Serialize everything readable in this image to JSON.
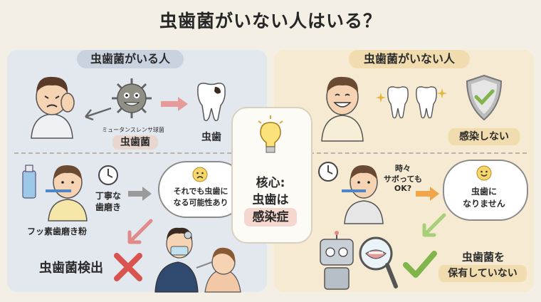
{
  "title": "虫歯菌がいない人はいる？",
  "left": {
    "header": "虫歯菌がいる人",
    "bacteria_small": "ミュータンスレンサ球菌",
    "bacteria_label": "虫歯菌",
    "cavity_label": "虫歯",
    "care_label_1": "丁寧な",
    "care_label_2": "歯磨き",
    "toothpaste_label": "フッ素歯磨き粉",
    "thought_1": "それでも虫歯に",
    "thought_2": "なる可能性あり",
    "detected_label": "虫歯菌検出"
  },
  "center": {
    "line1": "核心:",
    "line2": "虫歯は",
    "line3": "感染症"
  },
  "right": {
    "header": "虫歯菌がいない人",
    "no_infection": "感染しない",
    "question_1": "時々",
    "question_2": "サボっても",
    "question_3": "OK?",
    "answer_1": "虫歯に",
    "answer_2": "なりません",
    "result_1": "虫歯菌を",
    "result_2": "保有していない"
  },
  "colors": {
    "left_panel": "#e3e8ef",
    "right_panel": "#f6ead2",
    "accent_red": "#d9534f",
    "accent_green": "#7fb54a",
    "accent_orange": "#f0a64a"
  }
}
